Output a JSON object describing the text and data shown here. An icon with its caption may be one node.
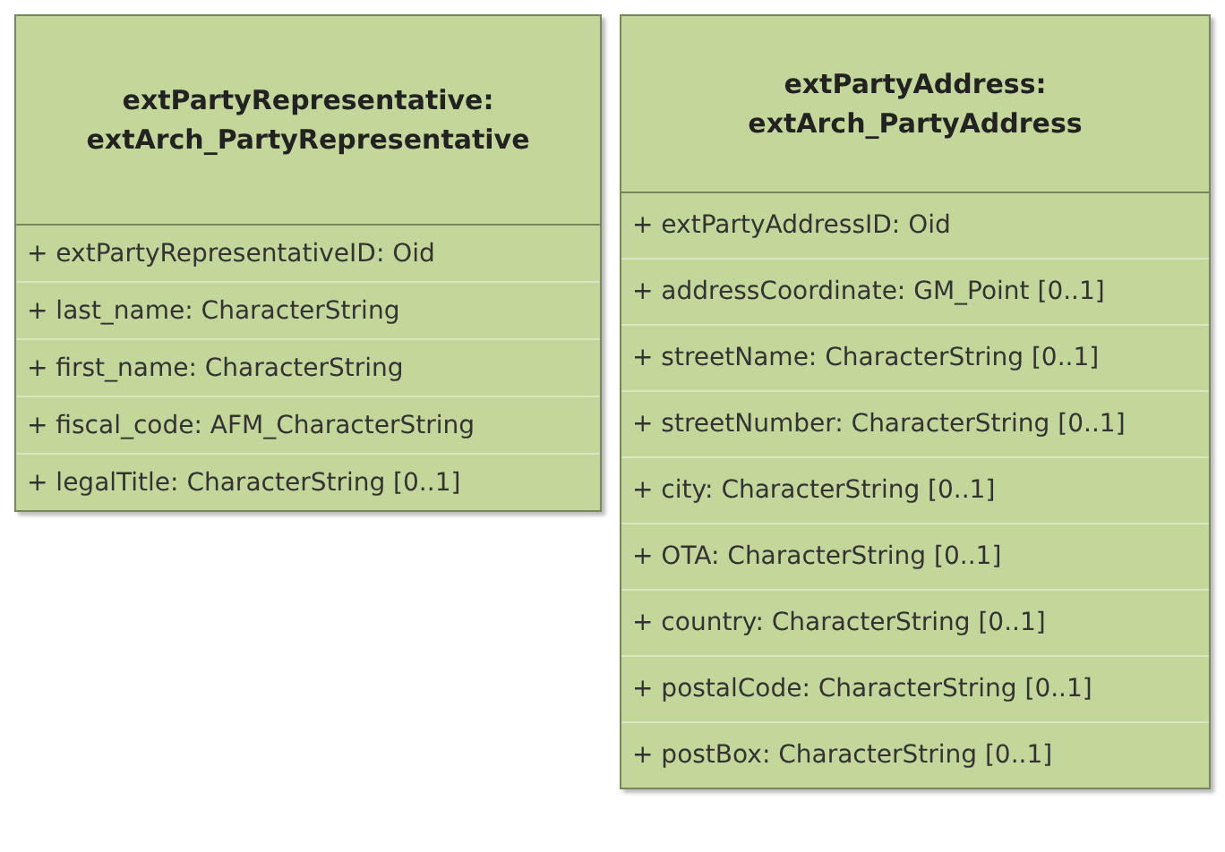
{
  "diagram": {
    "nodes": [
      {
        "text": [
          "extPartyRepresentative: extArch_PartyRepresentative",
          "+ extPartyRepresentativeID: Oid",
          "+ last_name: CharacterString",
          "+ first_name: CharacterString",
          "+ fiscal_code: AFM_CharacterString",
          "+ legalTitle: CharacterString [0..1]"
        ]
      },
      {
        "text": [
          "extPartyAddress: extArch_PartyAddress",
          "+ extPartyAddressID: Oid",
          "+ addressCoordinate: GM_Point [0..1]",
          "+ streetName: CharacterString [0..1]",
          "+ streetNumber: CharacterString [0..1]",
          "+ city: CharacterString [0..1]",
          "+ OTA: CharacterString [0..1]",
          "+ country: CharacterString [0..1]",
          "+ postalCode: CharacterString [0..1]",
          "+ postBox: CharacterString [0..1]"
        ]
      }
    ]
  }
}
